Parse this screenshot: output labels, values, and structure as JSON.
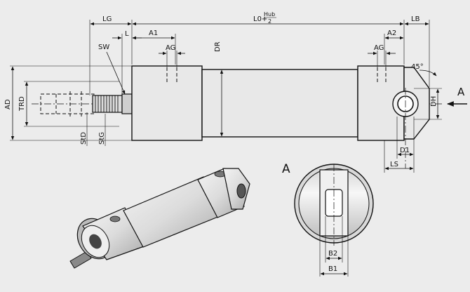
{
  "labels": {
    "LG": "LG",
    "L": "L",
    "A1": "A1",
    "AG_left": "AG",
    "DR": "DR",
    "L0": "L0+",
    "Hub": "Hub",
    "two": "2",
    "LB": "LB",
    "A2": "A2",
    "AG_right": "AG",
    "angle": "45°",
    "DH": "DH",
    "A_arrow": "A",
    "SW": "SW",
    "AD": "AD",
    "TRD": "TRD",
    "StD": "StD",
    "StG": "StG",
    "D1": "D1",
    "LS": "LS",
    "A_view": "A",
    "B2": "B2",
    "B1": "B1"
  }
}
